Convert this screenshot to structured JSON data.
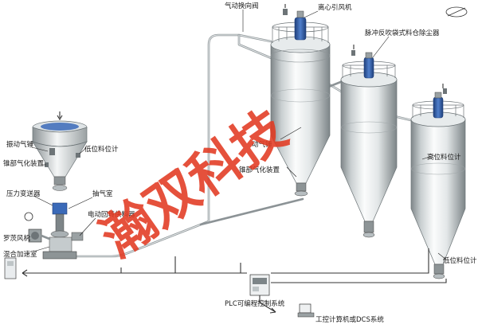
{
  "labels": {
    "pneumatic_valve": "气动换向阀",
    "centrifugal_fan": "离心引风机",
    "pulse_dust_collector": "脉冲反吹袋式料仓除尘器",
    "vibration_motor": "振动气锤",
    "fluidizer_left": "锥部气化装置",
    "low_level_left": "低位料位计",
    "pressure_transmitter": "压力变送器",
    "roots_blower": "罗茨风机",
    "mixing_chamber": "混合加速室",
    "suction_chamber": "抽气室",
    "electric_feeder": "电动回转供料器",
    "vibration_mid": "动气锤",
    "fluidizer_mid": "锥部气化装置",
    "high_level": "高位料位计",
    "low_level_right": "低位料位计",
    "plc_system": "PLC可编程控制系统",
    "dcs_system": "工控计算机或DCS系统"
  },
  "watermark": "瀚双科技",
  "colors": {
    "watermark": "#e23a22",
    "fan_blue": "#2f5fae",
    "silo_light": "#f2f4f5",
    "silo_dark": "#8d9496"
  }
}
